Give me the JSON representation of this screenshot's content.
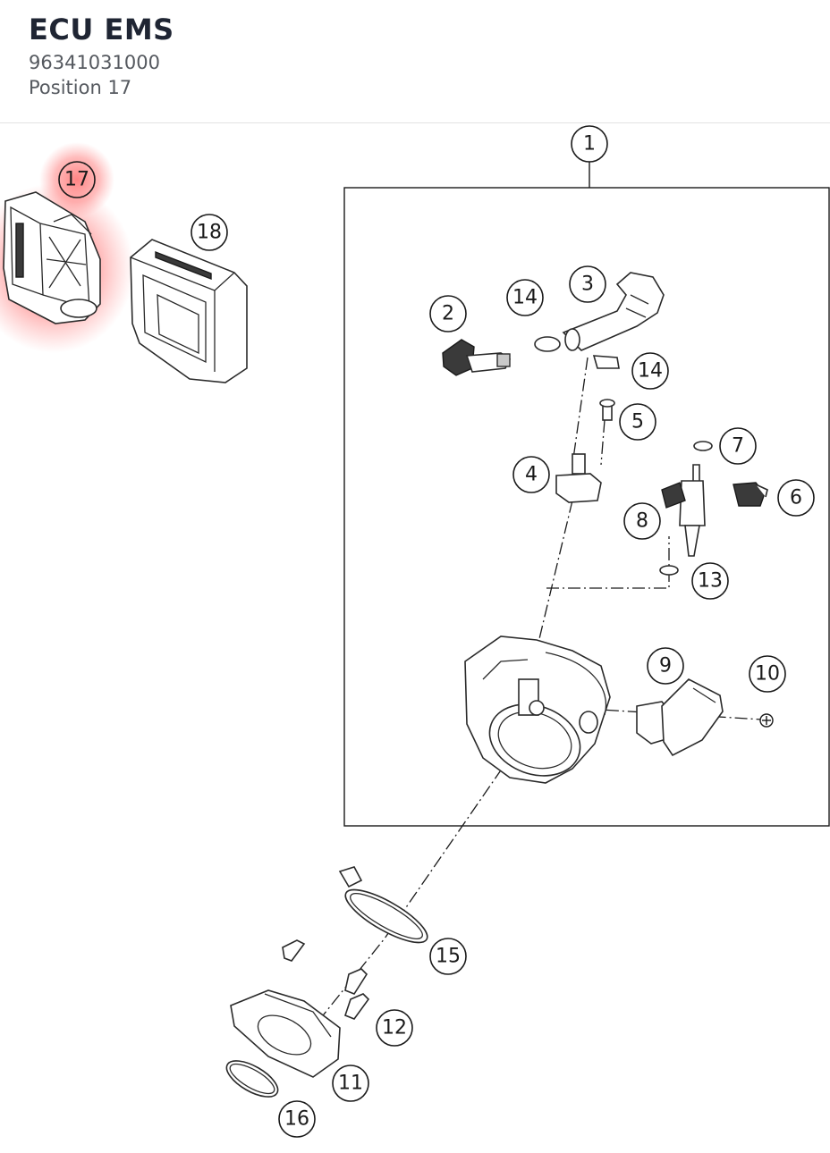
{
  "header": {
    "title": "ECU EMS",
    "part_number": "96341031000",
    "position": "Position 17"
  },
  "callouts": [
    {
      "label": "1"
    },
    {
      "label": "2"
    },
    {
      "label": "3"
    },
    {
      "label": "14"
    },
    {
      "label": "14"
    },
    {
      "label": "5"
    },
    {
      "label": "4"
    },
    {
      "label": "7"
    },
    {
      "label": "6"
    },
    {
      "label": "8"
    },
    {
      "label": "13"
    },
    {
      "label": "9"
    },
    {
      "label": "10"
    },
    {
      "label": "15"
    },
    {
      "label": "12"
    },
    {
      "label": "11"
    },
    {
      "label": "16"
    },
    {
      "label": "18"
    }
  ],
  "highlight": {
    "label": "17",
    "color": "#ff5a5a"
  },
  "colors": {
    "title": "#1f2533",
    "subtitle": "#55595f",
    "line": "#1a1a1a",
    "highlight": "#ff5a5a"
  }
}
